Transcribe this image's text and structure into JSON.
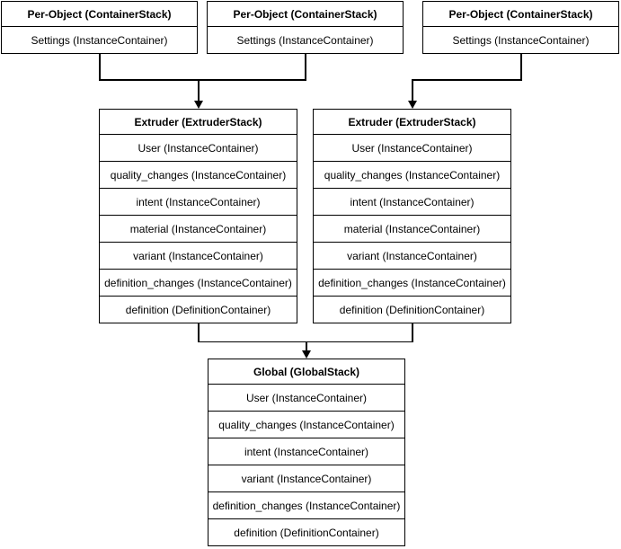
{
  "colors": {
    "background": "#ffffff",
    "box_fill": "#ffffff",
    "line": "#000000",
    "text": "#000000"
  },
  "diagram": {
    "boxes": [
      {
        "key": "per-object-1",
        "title": "Per-Object (ContainerStack)",
        "rows": [
          "Settings (InstanceContainer)"
        ]
      },
      {
        "key": "per-object-2",
        "title": "Per-Object (ContainerStack)",
        "rows": [
          "Settings (InstanceContainer)"
        ]
      },
      {
        "key": "per-object-3",
        "title": "Per-Object (ContainerStack)",
        "rows": [
          "Settings (InstanceContainer)"
        ]
      },
      {
        "key": "extruder-1",
        "title": "Extruder (ExtruderStack)",
        "rows": [
          "User (InstanceContainer)",
          "quality_changes (InstanceContainer)",
          "intent (InstanceContainer)",
          "material (InstanceContainer)",
          "variant (InstanceContainer)",
          "definition_changes (InstanceContainer)",
          "definition (DefinitionContainer)"
        ]
      },
      {
        "key": "extruder-2",
        "title": "Extruder (ExtruderStack)",
        "rows": [
          "User (InstanceContainer)",
          "quality_changes (InstanceContainer)",
          "intent (InstanceContainer)",
          "material (InstanceContainer)",
          "variant (InstanceContainer)",
          "definition_changes (InstanceContainer)",
          "definition (DefinitionContainer)"
        ]
      },
      {
        "key": "global",
        "title": "Global (GlobalStack)",
        "rows": [
          "User (InstanceContainer)",
          "quality_changes (InstanceContainer)",
          "intent (InstanceContainer)",
          "variant (InstanceContainer)",
          "definition_changes (InstanceContainer)",
          "definition (DefinitionContainer)"
        ]
      }
    ],
    "edges": [
      {
        "from": "per-object-1",
        "to": "extruder-1"
      },
      {
        "from": "per-object-2",
        "to": "extruder-1"
      },
      {
        "from": "per-object-3",
        "to": "extruder-2"
      },
      {
        "from": "extruder-1",
        "to": "global"
      },
      {
        "from": "extruder-2",
        "to": "global"
      }
    ]
  }
}
